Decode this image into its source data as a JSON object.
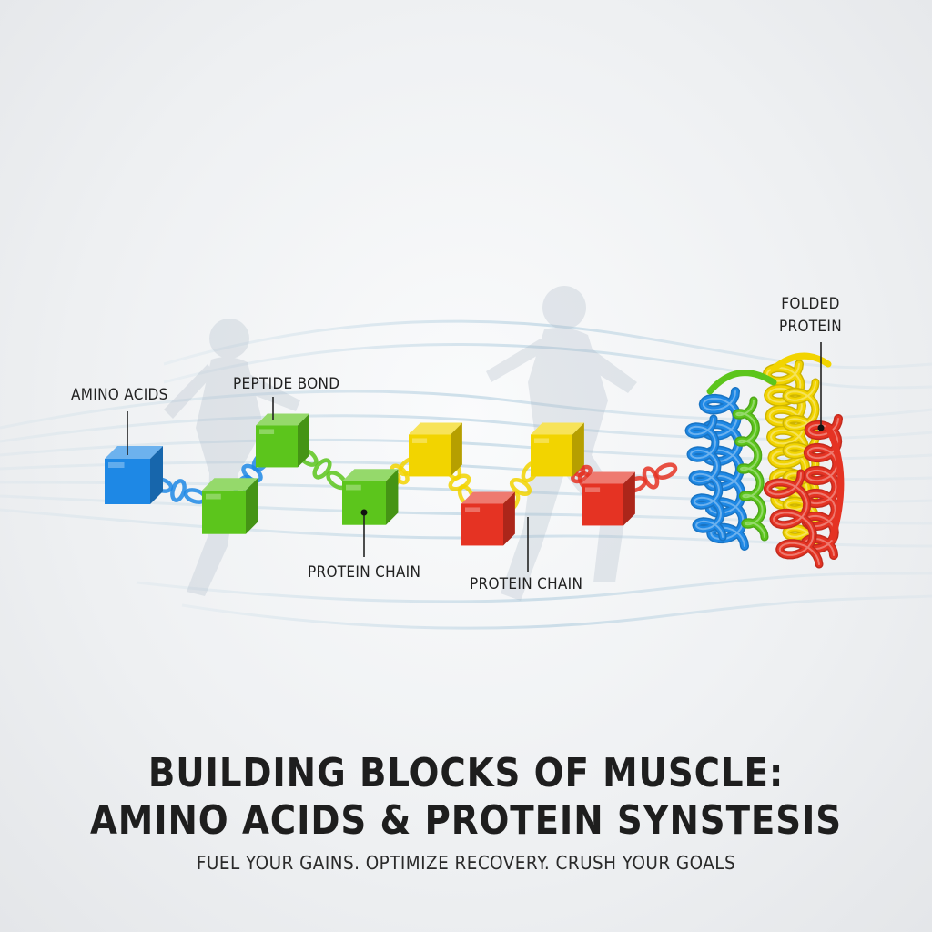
{
  "labels": {
    "amino_acids": "AMINO ACIDS",
    "peptide_bond": "PEPTIDE BOND",
    "protein_chain_1": "PROTEIN CHAIN",
    "protein_chain_2": "PROTEIN CHAIN",
    "folded_protein_line1": "FOLDED",
    "folded_protein_line2": "PROTEIN"
  },
  "title": {
    "line1": "BUILDING BLOCKS OF MUSCLE:",
    "line2": "AMINO ACIDS & PROTEIN SYNSTESIS"
  },
  "tagline": "FUEL YOUR GAINS. OPTIMIZE RECOVERY. CRUSH YOUR GOALS",
  "colors": {
    "blue": "#1e88e5",
    "green": "#5cc51c",
    "yellow": "#f2d400",
    "red": "#e53323",
    "text": "#1e1e1e"
  },
  "chain_cubes": [
    "blue",
    "green",
    "green",
    "green",
    "yellow",
    "red",
    "yellow",
    "red"
  ]
}
